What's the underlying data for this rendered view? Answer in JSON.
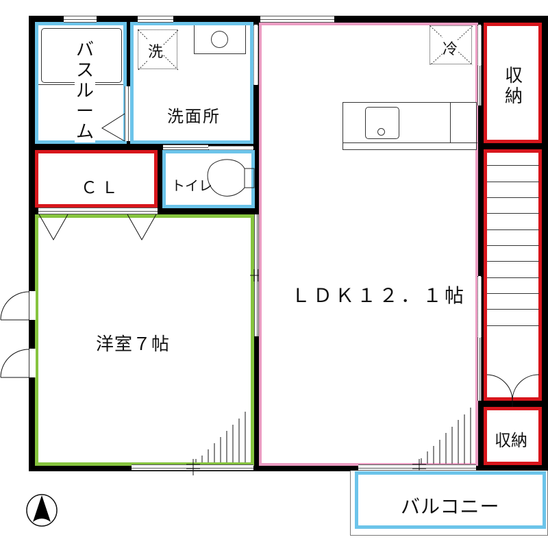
{
  "floorplan": {
    "rooms": {
      "bathroom": {
        "label": "バスルーム",
        "color": "#6cc4ea"
      },
      "washroom": {
        "label": "洗面所",
        "washer_label": "洗",
        "color": "#6cc4ea"
      },
      "toilet": {
        "label": "トイレ",
        "color": "#6cc4ea"
      },
      "closet": {
        "label": "ＣＬ",
        "color": "#d8161c"
      },
      "western_room": {
        "label": "洋室７帖",
        "color": "#86c43e"
      },
      "ldk": {
        "label": "ＬＤＫ１２．１帖",
        "fridge_label": "冷",
        "color": "#ec9dc3"
      },
      "storage_top": {
        "label": "収納",
        "color": "#d8161c"
      },
      "storage_bottom": {
        "label": "収納",
        "color": "#d8161c"
      },
      "stairs": {
        "color": "#d8161c",
        "steps": 9
      },
      "balcony": {
        "label": "バルコニー",
        "color": "#6cc4ea"
      }
    },
    "compass": {
      "direction": "north"
    },
    "wall_color": "#000000"
  }
}
